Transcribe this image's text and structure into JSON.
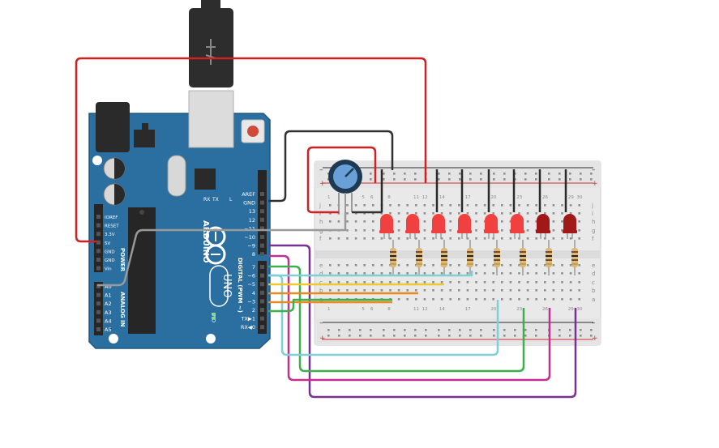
{
  "arduino": {
    "brand": "ARDUINO",
    "model": "UNO",
    "power_title": "POWER",
    "analog_title": "ANALOG IN",
    "digital_title": "DIGITAL (PWM ~)",
    "on_label": "ON",
    "l_label": "L",
    "tx_label": "TX",
    "rx_label": "RX",
    "power_pins": [
      "IOREF",
      "RESET",
      "3.3V",
      "5V",
      "GND",
      "GND",
      "Vin"
    ],
    "analog_pins": [
      "A0",
      "A1",
      "A2",
      "A3",
      "A4",
      "A5"
    ],
    "digital_upper": [
      "AREF",
      "GND",
      "13",
      "12",
      "~11",
      "~10",
      "~9",
      "8"
    ],
    "digital_lower": [
      "7",
      "~6",
      "~5",
      "4",
      "~3",
      "2",
      "TX▶1",
      "RX◀0"
    ]
  },
  "breadboard": {
    "rail_plus": "+",
    "rail_minus": "–",
    "top_rows": [
      "j",
      "i",
      "h",
      "g",
      "f"
    ],
    "bottom_rows": [
      "e",
      "d",
      "c",
      "b",
      "a"
    ],
    "column_numbers": [
      "1",
      "5",
      "6",
      "8",
      "11",
      "12",
      "14",
      "17",
      "20",
      "23",
      "26",
      "29",
      "30"
    ]
  },
  "colors": {
    "board": "#2b6ea0",
    "wire_red": "#d02020",
    "wire_black": "#303030",
    "wire_gray": "#9a9a9a",
    "wire_cyan": "#7fcfd8",
    "wire_yellow": "#f0c830",
    "wire_orange": "#e88a20",
    "wire_green": "#3cb04c",
    "wire_magenta": "#c03090",
    "wire_purple": "#7a3090",
    "led_bright": "#f04040",
    "led_dark": "#a01818"
  }
}
